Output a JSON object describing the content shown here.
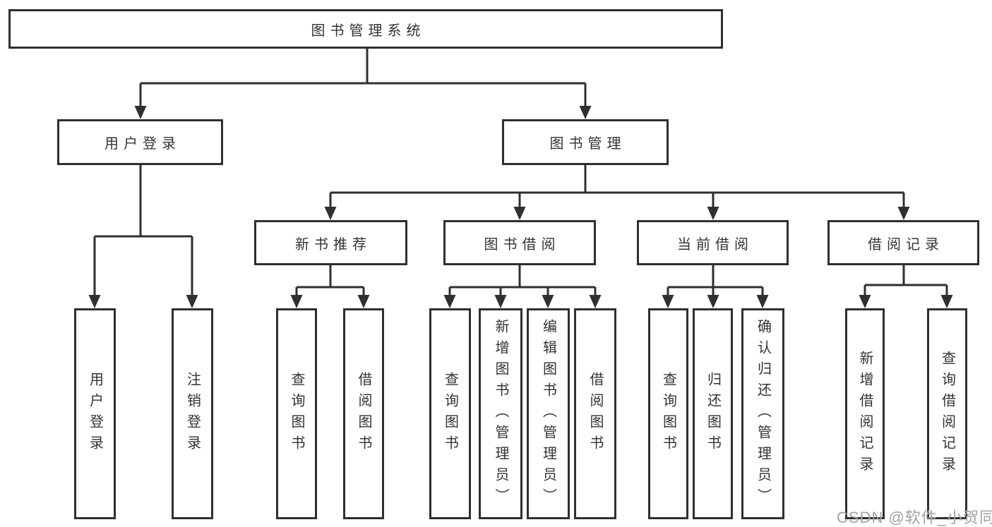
{
  "diagram": {
    "type": "tree",
    "root": {
      "label": "图书管理系统",
      "children": [
        {
          "label": "用户登录",
          "children": [
            {
              "label": "用户登录"
            },
            {
              "label": "注销登录"
            }
          ]
        },
        {
          "label": "图书管理",
          "children": [
            {
              "label": "新书推荐",
              "children": [
                {
                  "label": "查询图书"
                },
                {
                  "label": "借阅图书"
                }
              ]
            },
            {
              "label": "图书借阅",
              "children": [
                {
                  "label": "查询图书"
                },
                {
                  "label": "新增图书（管理员）"
                },
                {
                  "label": "编辑图书（管理员）"
                },
                {
                  "label": "借阅图书"
                }
              ]
            },
            {
              "label": "当前借阅",
              "children": [
                {
                  "label": "查询图书"
                },
                {
                  "label": "归还图书"
                },
                {
                  "label": "确认归还（管理员）"
                }
              ]
            },
            {
              "label": "借阅记录",
              "children": [
                {
                  "label": "新增借阅记录"
                },
                {
                  "label": "查询借阅记录"
                }
              ]
            }
          ]
        }
      ]
    }
  },
  "watermark": {
    "text": "CSDN @软件_小贺同学"
  },
  "colors": {
    "background": "#ffffff",
    "line": "#2f2f2f",
    "box_border": "#2f2f2f",
    "text": "#333333",
    "watermark": "#9fa3a7"
  }
}
